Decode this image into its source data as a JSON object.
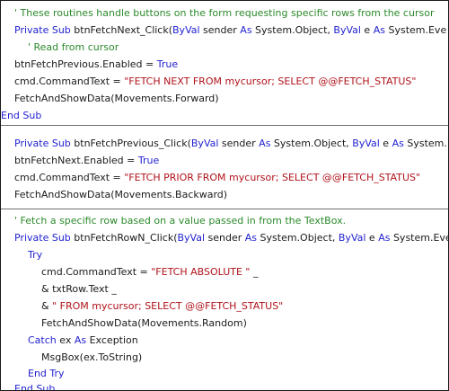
{
  "colors": {
    "keyword": "#1f1fd0",
    "string": "#b0131b",
    "comment": "#2c8a2c",
    "text": "#1a1a1a",
    "separator": "#6f6f6f",
    "background": "#ffffff"
  },
  "code_blocks": [
    {
      "lines": [
        {
          "tokens": [
            {
              "t": "cmt",
              "v": "' These routines handle buttons on the form requesting specific rows from the cursor"
            }
          ]
        },
        {
          "tokens": [
            {
              "t": "kw",
              "v": "Private Sub"
            },
            {
              "t": "plain",
              "v": " btnFetchNext_Click("
            },
            {
              "t": "kw",
              "v": "ByVal"
            },
            {
              "t": "plain",
              "v": " sender "
            },
            {
              "t": "kw",
              "v": "As"
            },
            {
              "t": "plain",
              "v": " System.Object, "
            },
            {
              "t": "kw",
              "v": "ByVal"
            },
            {
              "t": "plain",
              "v": " e "
            },
            {
              "t": "kw",
              "v": "As"
            },
            {
              "t": "plain",
              "v": " System.Eve"
            }
          ]
        },
        {
          "tokens": [
            {
              "t": "cmt",
              "v": "' Read from cursor"
            }
          ]
        },
        {
          "tokens": [
            {
              "t": "plain",
              "v": "btnFetchPrevious.Enabled = "
            },
            {
              "t": "kw",
              "v": "True"
            }
          ]
        },
        {
          "tokens": [
            {
              "t": "plain",
              "v": "cmd.CommandText = "
            },
            {
              "t": "str",
              "v": "\"FETCH NEXT FROM mycursor; SELECT @@FETCH_STATUS\""
            }
          ]
        },
        {
          "tokens": [
            {
              "t": "plain",
              "v": "FetchAndShowData(Movements.Forward)"
            }
          ]
        },
        {
          "tokens": [
            {
              "t": "kw",
              "v": "End Sub"
            }
          ]
        }
      ]
    },
    {
      "lines": [
        {
          "tokens": [
            {
              "t": "kw",
              "v": "Private Sub"
            },
            {
              "t": "plain",
              "v": " btnFetchPrevious_Click("
            },
            {
              "t": "kw",
              "v": "ByVal"
            },
            {
              "t": "plain",
              "v": " sender "
            },
            {
              "t": "kw",
              "v": "As"
            },
            {
              "t": "plain",
              "v": " System.Object, "
            },
            {
              "t": "kw",
              "v": "ByVal"
            },
            {
              "t": "plain",
              "v": " e "
            },
            {
              "t": "kw",
              "v": "As"
            },
            {
              "t": "plain",
              "v": " System."
            }
          ]
        },
        {
          "tokens": [
            {
              "t": "plain",
              "v": "btnFetchNext.Enabled = "
            },
            {
              "t": "kw",
              "v": "True"
            }
          ]
        },
        {
          "tokens": [
            {
              "t": "plain",
              "v": "cmd.CommandText = "
            },
            {
              "t": "str",
              "v": "\"FETCH PRIOR FROM mycursor; SELECT @@FETCH_STATUS\""
            }
          ]
        },
        {
          "tokens": [
            {
              "t": "plain",
              "v": "FetchAndShowData(Movements.Backward)"
            }
          ]
        }
      ]
    },
    {
      "lines": [
        {
          "tokens": [
            {
              "t": "cmt",
              "v": "' Fetch a specific row based on a value passed in from the TextBox."
            }
          ]
        },
        {
          "tokens": [
            {
              "t": "kw",
              "v": "Private Sub"
            },
            {
              "t": "plain",
              "v": " btnFetchRowN_Click("
            },
            {
              "t": "kw",
              "v": "ByVal"
            },
            {
              "t": "plain",
              "v": " sender "
            },
            {
              "t": "kw",
              "v": "As"
            },
            {
              "t": "plain",
              "v": " System.Object, "
            },
            {
              "t": "kw",
              "v": "ByVal"
            },
            {
              "t": "plain",
              "v": " e "
            },
            {
              "t": "kw",
              "v": "As"
            },
            {
              "t": "plain",
              "v": " System.Eve"
            }
          ]
        },
        {
          "tokens": [
            {
              "t": "kw",
              "v": "Try"
            }
          ]
        },
        {
          "tokens": [
            {
              "t": "plain",
              "v": "cmd.CommandText = "
            },
            {
              "t": "str",
              "v": "\"FETCH ABSOLUTE \""
            },
            {
              "t": "plain",
              "v": " _"
            }
          ]
        },
        {
          "tokens": [
            {
              "t": "plain",
              "v": "& txtRow.Text _"
            }
          ]
        },
        {
          "tokens": [
            {
              "t": "plain",
              "v": "& "
            },
            {
              "t": "str",
              "v": "\" FROM mycursor; SELECT @@FETCH_STATUS\""
            }
          ]
        },
        {
          "tokens": [
            {
              "t": "plain",
              "v": "FetchAndShowData(Movements.Random)"
            }
          ]
        },
        {
          "tokens": [
            {
              "t": "kw",
              "v": "Catch"
            },
            {
              "t": "plain",
              "v": " ex "
            },
            {
              "t": "kw",
              "v": "As"
            },
            {
              "t": "plain",
              "v": " Exception"
            }
          ]
        },
        {
          "tokens": [
            {
              "t": "plain",
              "v": "MsgBox(ex.ToString)"
            }
          ]
        },
        {
          "tokens": [
            {
              "t": "kw",
              "v": "End Try"
            }
          ]
        },
        {
          "tokens": [
            {
              "t": "kw",
              "v": "End Sub"
            }
          ]
        }
      ]
    }
  ]
}
